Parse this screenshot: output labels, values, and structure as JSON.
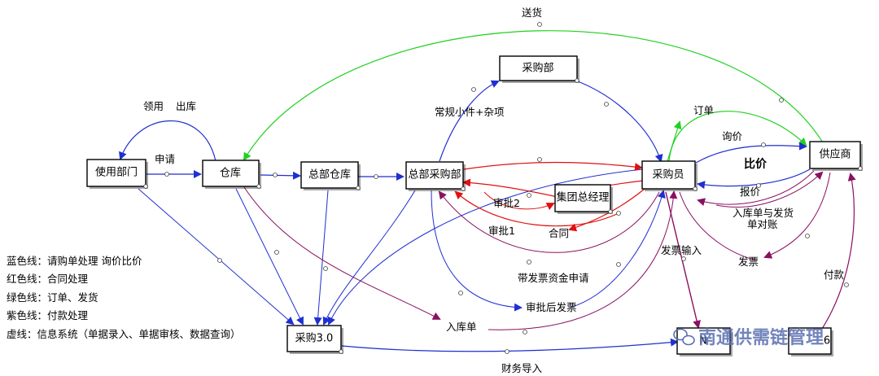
{
  "nodes": {
    "user_dept": "使用部门",
    "warehouse": "仓库",
    "central_warehouse": "总部仓库",
    "hq_purchasing": "总部采购部",
    "purchasing_dept": "采购部",
    "group_gm": "集团总经理",
    "buyer": "采购员",
    "supplier": "供应商",
    "purchase30": "采购3.0",
    "n_node": "N",
    "u8_node": "6"
  },
  "edge_labels": {
    "delivery": "送货",
    "use": "领用",
    "outbound": "出库",
    "apply": "申请",
    "regular_small": "常规小件+杂项",
    "order": "订单",
    "inquiry": "询价",
    "compare": "比价",
    "quote": "报价",
    "inbound_delivery": "入库单与发货",
    "statement": "单对账",
    "approve2": "审批2",
    "approve1": "审批1",
    "contract": "合同",
    "invoice_input": "发票输入",
    "invoice": "发票",
    "payment": "付款",
    "invoice_fund_request": "带发票资金申请",
    "post_approval_invoice": "审批后发票",
    "inbound_note": "入库单",
    "finance_import": "财务导入"
  },
  "legend": [
    "蓝色线：请购单处理 询价比价",
    "红色线：合同处理",
    "绿色线：订单、发货",
    "紫色线：付款处理",
    "虚线：信息系统（单据录入、单据审核、数据查询）"
  ],
  "watermark": "南通供需链管理",
  "colors": {
    "blue": "#1f2fd0",
    "red": "#e01010",
    "green": "#22d022",
    "purple": "#8a1060"
  }
}
